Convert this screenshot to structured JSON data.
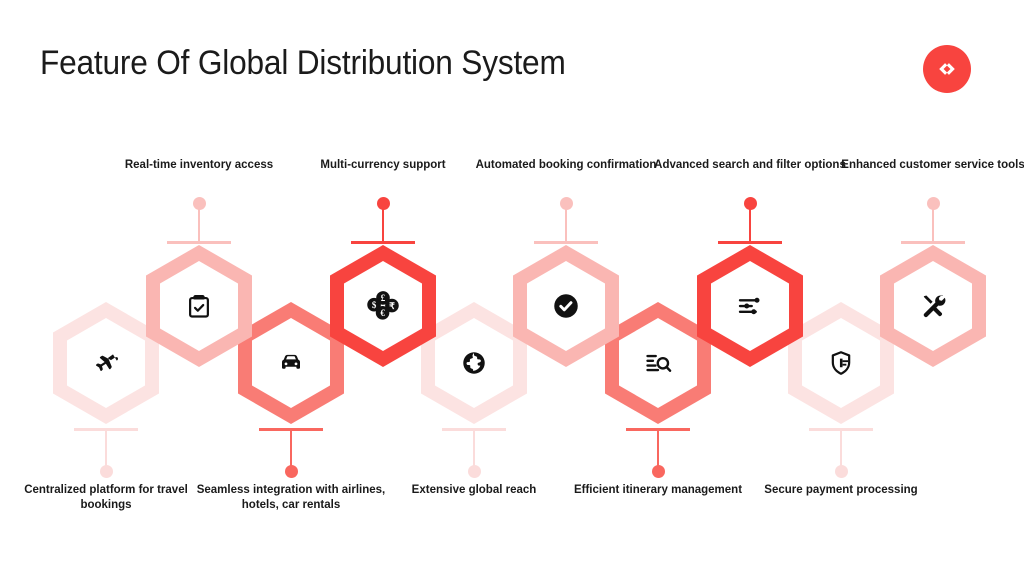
{
  "header": {
    "title": "Feature Of Global Distribution System",
    "logo_icon": "code-brackets-icon",
    "logo_color": "#F8443F"
  },
  "theme": {
    "background": "#FFFFFF",
    "accent_red": "#F8443F",
    "salmon": "#F9675F",
    "pink": "#FAB0AC",
    "light_pink": "#FBD4D2",
    "pale_pink": "#FDE9E8",
    "icon_color": "#111111",
    "title_color": "#1B1B1B"
  },
  "nodes": [
    {
      "id": 1,
      "label": "Centralized platform for travel bookings",
      "label_position": "below",
      "icon": "airplane-icon",
      "hex_color": "#FCE3E2",
      "connector_color": "#FBDCDB",
      "row": "lower"
    },
    {
      "id": 2,
      "label": "Real-time inventory access",
      "label_position": "above",
      "icon": "clipboard-check-icon",
      "hex_color": "#FAB6B2",
      "connector_color": "#FAC0BD",
      "row": "upper"
    },
    {
      "id": 3,
      "label": "Seamless integration with airlines, hotels, car rentals",
      "label_position": "below",
      "icon": "car-icon",
      "hex_color": "#F97C75",
      "connector_color": "#F9675F",
      "row": "lower"
    },
    {
      "id": 4,
      "label": "Multi-currency support",
      "label_position": "above",
      "icon": "multi-currency-coins-icon",
      "hex_color": "#F8443F",
      "connector_color": "#F8443F",
      "row": "upper"
    },
    {
      "id": 5,
      "label": "Extensive global reach",
      "label_position": "below",
      "icon": "globe-icon",
      "hex_color": "#FCE3E2",
      "connector_color": "#FBDCDB",
      "row": "lower"
    },
    {
      "id": 6,
      "label": "Automated booking confirmation",
      "label_position": "above",
      "icon": "check-circle-icon",
      "hex_color": "#FAB6B2",
      "connector_color": "#FAC0BD",
      "row": "upper"
    },
    {
      "id": 7,
      "label": "Efficient itinerary management",
      "label_position": "below",
      "icon": "list-search-icon",
      "hex_color": "#F97C75",
      "connector_color": "#F9675F",
      "row": "lower"
    },
    {
      "id": 8,
      "label": "Advanced search and filter options",
      "label_position": "above",
      "icon": "filter-sliders-icon",
      "hex_color": "#F8443F",
      "connector_color": "#F8443F",
      "row": "upper"
    },
    {
      "id": 9,
      "label": "Secure payment processing",
      "label_position": "below",
      "icon": "shield-lock-icon",
      "hex_color": "#FCE3E2",
      "connector_color": "#FBDCDB",
      "row": "lower"
    },
    {
      "id": 10,
      "label": "Enhanced customer service tools",
      "label_position": "above",
      "icon": "tools-icon",
      "hex_color": "#FAB6B2",
      "connector_color": "#FAC0BD",
      "row": "upper"
    }
  ]
}
